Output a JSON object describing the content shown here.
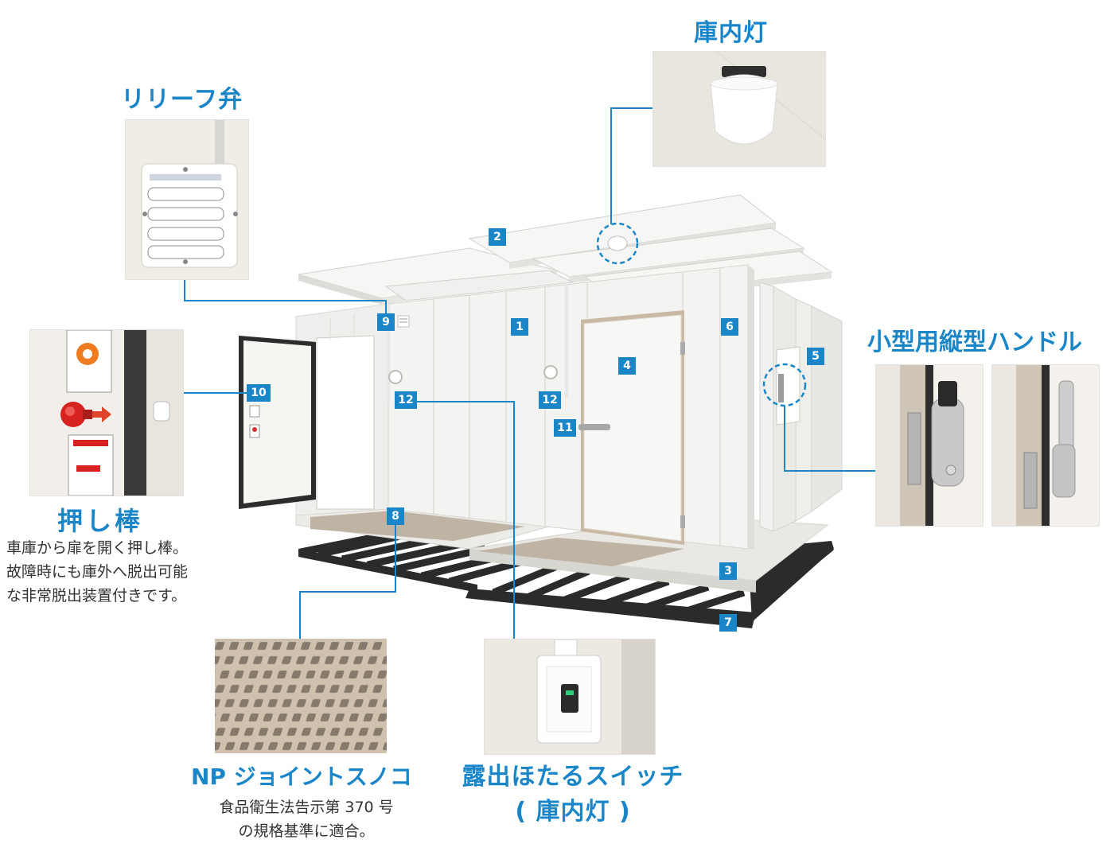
{
  "colors": {
    "accent": "#1a86c8",
    "text": "#333333",
    "panel": "#f2f1ee",
    "floor_frame": "#2b2b2b",
    "photo_bg": "#ece8e1"
  },
  "callouts": {
    "interior_light": {
      "title": "庫内灯"
    },
    "relief_valve": {
      "title": "リリーフ弁"
    },
    "vertical_handle": {
      "title": "小型用縦型ハンドル"
    },
    "push_bar": {
      "title": "押し棒",
      "description": [
        "車庫から扉を開く押し棒。",
        "故障時にも庫外へ脱出可能",
        "な非常脱出装置付きです。"
      ]
    },
    "np_joint_sunoko": {
      "title": "NP ジョイントスノコ",
      "description": [
        "食品衛生法告示第 370 号",
        "の規格基準に適合。"
      ]
    },
    "exposed_switch": {
      "title_lines": [
        "露出ほたるスイッチ",
        "( 庫内灯 )"
      ]
    }
  },
  "part_numbers": {
    "n1": "1",
    "n2": "2",
    "n3": "3",
    "n4": "4",
    "n5": "5",
    "n6": "6",
    "n7": "7",
    "n8": "8",
    "n9": "9",
    "n10": "10",
    "n11": "11",
    "n12a": "12",
    "n12b": "12"
  },
  "icons": {
    "arrow": "red-arrow-right-icon",
    "gear": "orange-gear-icon",
    "push_button": "red-push-button-icon"
  }
}
